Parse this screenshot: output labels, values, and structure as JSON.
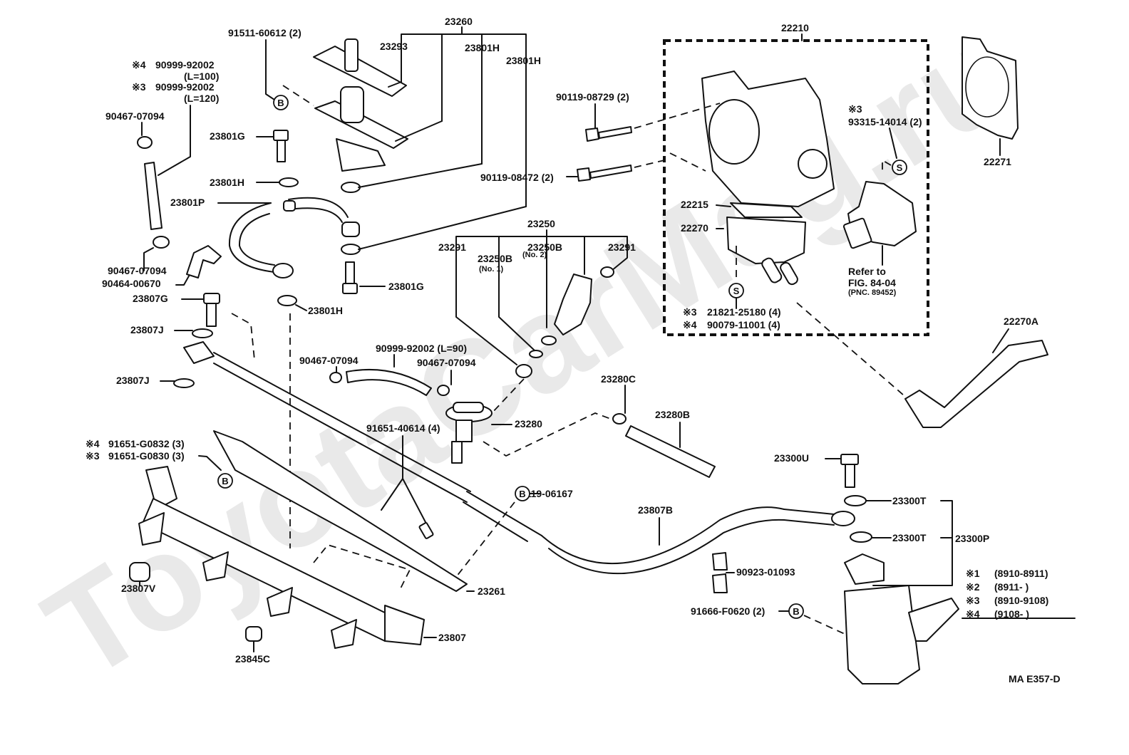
{
  "diagram": {
    "figure_code": "MA E357-D",
    "watermark": "ToyotaCarMag.ru",
    "groups": {
      "g23260": "23260",
      "g23250": "23250",
      "g22210": "22210",
      "g23300P": "23300P"
    },
    "labels": {
      "p91511": "91511-60612 (2)",
      "p23293": "23293",
      "p23801H_a": "23801H",
      "p23801H_b": "23801H",
      "p90999_100_note": "※4",
      "p90999_100": "90999-92002",
      "p90999_100_len": "(L=100)",
      "p90999_120_note": "※3",
      "p90999_120": "90999-92002",
      "p90999_120_len": "(L=120)",
      "p90467_top": "90467-07094",
      "p23801G_top": "23801G",
      "p23801H_left": "23801H",
      "p23801P": "23801P",
      "p90467_mid": "90467-07094",
      "p90464": "90464-00670",
      "p23807G": "23807G",
      "p23801H_bottom": "23801H",
      "p23801G_bottom": "23801G",
      "p23807J_a": "23807J",
      "p23807J_b": "23807J",
      "p23291_left": "23291",
      "p23250B_1": "23250B",
      "p23250B_1_sub": "(No. 1)",
      "p23250B_2": "23250B",
      "p23250B_2_sub": "(No. 2)",
      "p23291_right": "23291",
      "p90999_90": "90999-92002 (L=90)",
      "p90467_hose_l": "90467-07094",
      "p90467_hose_r": "90467-07094",
      "p23280C": "23280C",
      "p23280B": "23280B",
      "p23280": "23280",
      "p91651_40614": "91651-40614 (4)",
      "p91651_G0832_note": "※4",
      "p91651_G0832": "91651-G0832 (3)",
      "p91651_G0830_note": "※3",
      "p91651_G0830": "91651-G0830 (3)",
      "p90119_06167": "90119-06167",
      "p23807B": "23807B",
      "p23261": "23261",
      "p23807V": "23807V",
      "p23845C": "23845C",
      "p23807": "23807",
      "p90119_08729": "90119-08729 (2)",
      "p90119_08472": "90119-08472 (2)",
      "p22215": "22215",
      "p22270": "22270",
      "p21821_note": "※3",
      "p21821": "21821-25180 (4)",
      "p90079_note": "※4",
      "p90079": "90079-11001 (4)",
      "p93315_note": "※3",
      "p93315": "93315-14014 (2)",
      "refer_line1": "Refer to",
      "refer_line2": "FIG. 84-04",
      "refer_line3": "(PNC. 89452)",
      "p22271": "22271",
      "p22270A": "22270A",
      "p23300U": "23300U",
      "p23300T_a": "23300T",
      "p23300T_b": "23300T",
      "p90923": "90923-01093",
      "p91666": "91666-F0620 (2)"
    },
    "callout_symbols": {
      "bolt_marker": "B",
      "screw_marker": "S"
    },
    "legend": [
      {
        "mark": "※1",
        "range": "(8910-8911)"
      },
      {
        "mark": "※2",
        "range": "(8911-      )"
      },
      {
        "mark": "※3",
        "range": "(8910-9108)"
      },
      {
        "mark": "※4",
        "range": "(9108-      )"
      }
    ]
  }
}
